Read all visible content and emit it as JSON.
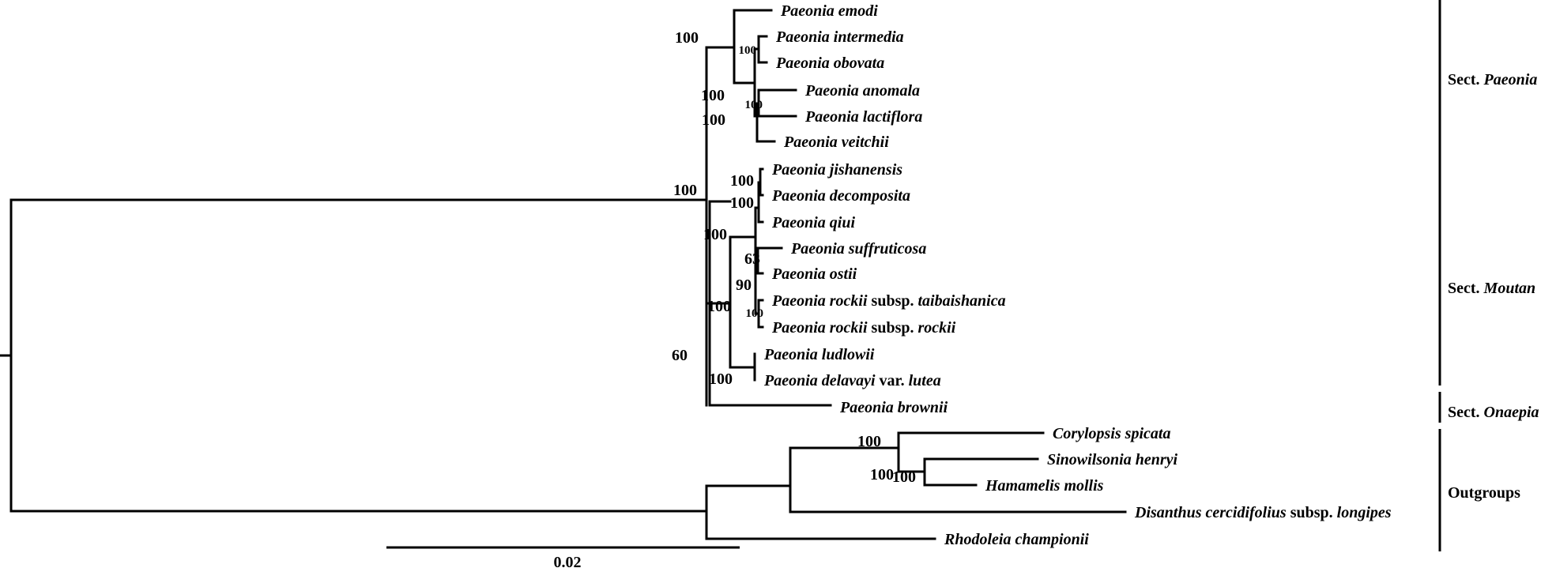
{
  "taxa": [
    {
      "id": "emodi",
      "parts": [
        {
          "t": "Paeonia emodi",
          "i": true
        }
      ]
    },
    {
      "id": "intermedia",
      "parts": [
        {
          "t": "Paeonia intermedia",
          "i": true
        }
      ]
    },
    {
      "id": "obovata",
      "parts": [
        {
          "t": "Paeonia obovata",
          "i": true
        }
      ]
    },
    {
      "id": "anomala",
      "parts": [
        {
          "t": "Paeonia anomala",
          "i": true
        }
      ]
    },
    {
      "id": "lactiflora",
      "parts": [
        {
          "t": "Paeonia lactiflora",
          "i": true
        }
      ]
    },
    {
      "id": "veitchii",
      "parts": [
        {
          "t": "Paeonia veitchii",
          "i": true
        }
      ]
    },
    {
      "id": "jishanensis",
      "parts": [
        {
          "t": "Paeonia jishanensis",
          "i": true
        }
      ]
    },
    {
      "id": "decomposita",
      "parts": [
        {
          "t": "Paeonia decomposita",
          "i": true
        }
      ]
    },
    {
      "id": "qiui",
      "parts": [
        {
          "t": "Paeonia qiui",
          "i": true
        }
      ]
    },
    {
      "id": "suffruticosa",
      "parts": [
        {
          "t": "Paeonia suffruticosa",
          "i": true
        }
      ]
    },
    {
      "id": "ostii",
      "parts": [
        {
          "t": "Paeonia ostii",
          "i": true
        }
      ]
    },
    {
      "id": "taibaishanica",
      "parts": [
        {
          "t": "Paeonia rockii",
          "i": true
        },
        {
          "t": " subsp. ",
          "i": false
        },
        {
          "t": "taibaishanica",
          "i": true
        }
      ]
    },
    {
      "id": "rockii",
      "parts": [
        {
          "t": "Paeonia rockii",
          "i": true
        },
        {
          "t": " subsp. ",
          "i": false
        },
        {
          "t": "rockii",
          "i": true
        }
      ]
    },
    {
      "id": "ludlowii",
      "parts": [
        {
          "t": "Paeonia ludlowii",
          "i": true
        }
      ]
    },
    {
      "id": "lutea",
      "parts": [
        {
          "t": "Paeonia delavayi",
          "i": true
        },
        {
          "t": " var. ",
          "i": false
        },
        {
          "t": "lutea",
          "i": true
        }
      ]
    },
    {
      "id": "brownii",
      "parts": [
        {
          "t": "Paeonia brownii",
          "i": true
        }
      ]
    },
    {
      "id": "corylopsis",
      "parts": [
        {
          "t": "Corylopsis spicata",
          "i": true
        }
      ]
    },
    {
      "id": "sinowilsonia",
      "parts": [
        {
          "t": "Sinowilsonia henryi",
          "i": true
        }
      ]
    },
    {
      "id": "hamamelis",
      "parts": [
        {
          "t": "Hamamelis mollis",
          "i": true
        }
      ]
    },
    {
      "id": "disanthus",
      "parts": [
        {
          "t": "Disanthus cercidifolius",
          "i": true
        },
        {
          "t": " subsp. ",
          "i": false
        },
        {
          "t": "longipes",
          "i": true
        }
      ]
    },
    {
      "id": "rhodoleia",
      "parts": [
        {
          "t": "Rhodoleia championii",
          "i": true
        }
      ]
    }
  ],
  "support_values": [
    "100",
    "100",
    "100",
    "100",
    "100",
    "100",
    "100",
    "100",
    "63",
    "90",
    "100",
    "100",
    "100",
    "60",
    "100",
    "100",
    "100",
    "100"
  ],
  "sections": [
    {
      "id": "paeonia",
      "prefix": "Sect. ",
      "name": "Paeonia"
    },
    {
      "id": "moutan",
      "prefix": "Sect. ",
      "name": "Moutan"
    },
    {
      "id": "onaepia",
      "prefix": "Sect. ",
      "name": "Onaepia"
    },
    {
      "id": "outgroups",
      "prefix": "",
      "name": "Outgroups"
    }
  ],
  "scale_bar": {
    "label": "0.02"
  }
}
